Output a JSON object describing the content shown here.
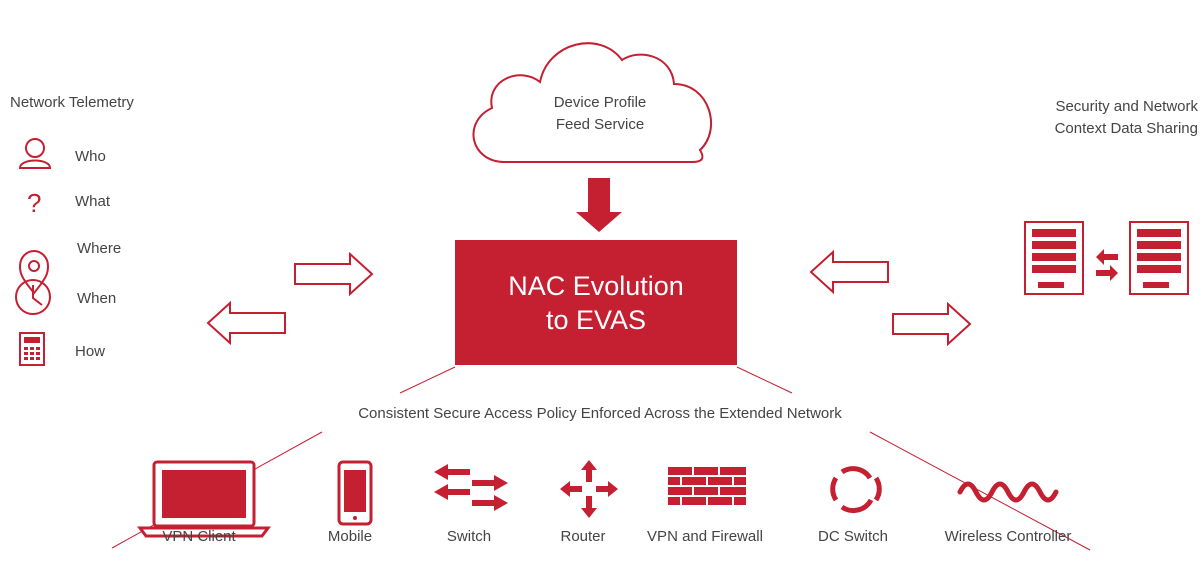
{
  "diagram": {
    "center": {
      "line1": "NAC Evolution",
      "line2": "to EVAS"
    },
    "cloud": {
      "line1": "Device Profile",
      "line2": "Feed Service"
    },
    "telemetry": {
      "title": "Network Telemetry",
      "items": [
        {
          "label": "Who",
          "icon": "user-icon"
        },
        {
          "label": "What",
          "icon": "question-icon"
        },
        {
          "label": "Where",
          "icon": "location-pin-icon"
        },
        {
          "label": "When",
          "icon": "clock-icon"
        },
        {
          "label": "How",
          "icon": "calculator-icon"
        }
      ]
    },
    "sharing": {
      "line1": "Security and Network",
      "line2": "Context Data Sharing"
    },
    "policy": "Consistent Secure Access Policy Enforced Across the Extended Network",
    "devices": [
      {
        "label": "VPN Client",
        "icon": "laptop-icon"
      },
      {
        "label": "Mobile",
        "icon": "mobile-icon"
      },
      {
        "label": "Switch",
        "icon": "switch-icon"
      },
      {
        "label": "Router",
        "icon": "router-icon"
      },
      {
        "label": "VPN and Firewall",
        "icon": "firewall-icon"
      },
      {
        "label": "DC Switch",
        "icon": "dc-switch-icon"
      },
      {
        "label": "Wireless Controller",
        "icon": "wireless-icon"
      }
    ],
    "colors": {
      "accent": "#c51f32",
      "text": "#444444"
    }
  }
}
